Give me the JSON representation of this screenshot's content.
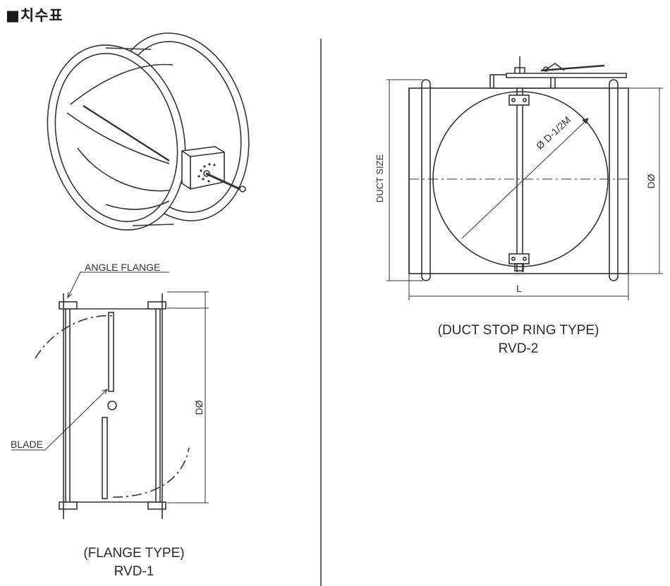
{
  "title": "■치수표",
  "left_panel": {
    "callout_angle_flange": "ANGLE FLANGE",
    "callout_blade": "BLADE",
    "dim_diameter": "DØ",
    "caption_type": "(FLANGE TYPE)",
    "caption_model": "RVD-1"
  },
  "right_panel": {
    "dim_duct_size": "DUCT SIZE",
    "dim_diameter": "DØ",
    "dim_blade_diameter": "Ø D-1/2M",
    "dim_length": "L",
    "caption_type": "(DUCT STOP RING TYPE)",
    "caption_model": "RVD-2"
  },
  "colors": {
    "line": "#333333",
    "text": "#2a2a2a",
    "background": "#ffffff"
  }
}
